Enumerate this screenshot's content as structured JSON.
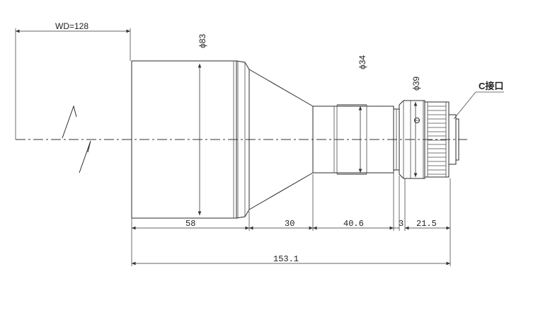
{
  "labels": {
    "wd": "WD=128",
    "dia_front": "ϕ83",
    "dia_mid": "ϕ34",
    "dia_rear": "ϕ39",
    "mount": "C接口"
  },
  "dimensions": {
    "d1": "58",
    "d2": "30",
    "d3": "40.6",
    "d4": "3",
    "d5": "21.5",
    "total": "153.1"
  },
  "colors": {
    "line": "#2b2b2b",
    "background": "#ffffff"
  }
}
